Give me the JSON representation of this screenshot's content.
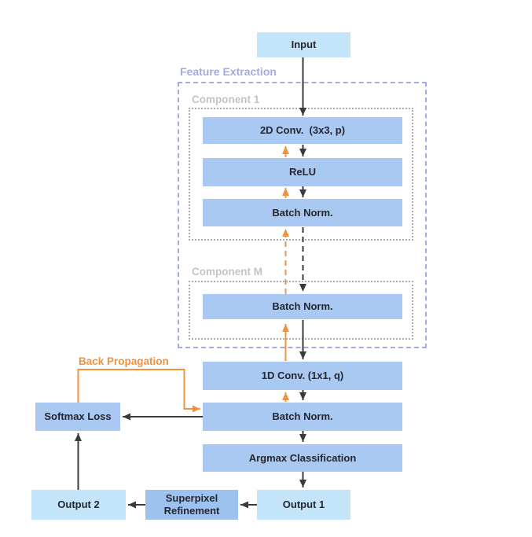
{
  "diagram": {
    "nodes": {
      "input": "Input",
      "conv2d": "2D Conv.  (3x3, p)",
      "relu": "ReLU",
      "batchnorm_c1": "Batch Norm.",
      "batchnorm_cm": "Batch Norm.",
      "conv1d": "1D Conv. (1x1, q)",
      "batchnorm_out": "Batch Norm.",
      "argmax": "Argmax Classification",
      "output1": "Output 1",
      "superpixel": "Superpixel Refinement",
      "output2": "Output 2",
      "softmax": "Softmax Loss"
    },
    "groups": {
      "feature_extraction": "Feature Extraction",
      "component1": "Component 1",
      "componentM": "Component M"
    },
    "annotations": {
      "back_propagation": "Back Propagation"
    },
    "colors": {
      "box_light": "#c4e4f9",
      "box_medium": "#a9c8f2",
      "box_refine": "#9dc2ef",
      "orange": "#f0923f",
      "purple": "#a3abe4",
      "gray_border": "#ababab",
      "gray_label": "#c4c4c4",
      "ink": "#26262e",
      "ink_arrow": "#3b3b3b"
    }
  }
}
